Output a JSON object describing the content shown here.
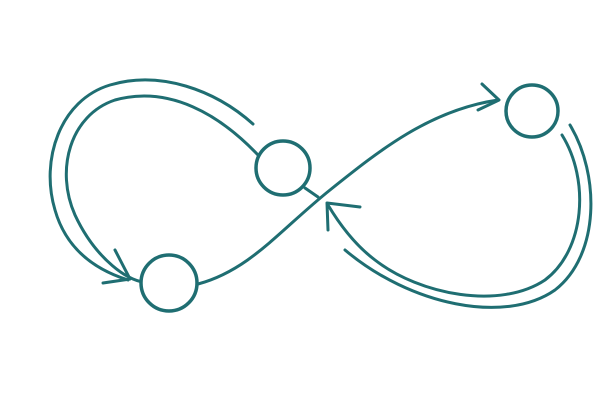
{
  "diagram": {
    "type": "infinity-loop-cycle",
    "stroke_color": "#1f6e72",
    "background": "#ffffff",
    "nodes": [
      "node-1",
      "node-2",
      "node-3"
    ],
    "arrows": 3
  }
}
